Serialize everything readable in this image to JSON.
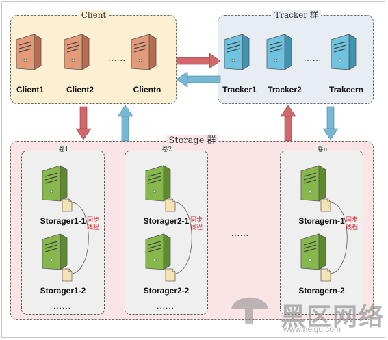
{
  "groups": {
    "client": "Client",
    "tracker": "Tracker 群",
    "storage": "Storage 群"
  },
  "clients": [
    "Client1",
    "Client2",
    "Clientn"
  ],
  "trackers": [
    "Tracker1",
    "Tracker2",
    "Trakcern"
  ],
  "ellipsis": "......",
  "volumes": [
    {
      "label": "卷1",
      "servers": [
        "Storager1-1",
        "Storager1-2"
      ]
    },
    {
      "label": "卷2",
      "servers": [
        "Storager2-1",
        "Storager2-2"
      ]
    },
    {
      "label": "卷n",
      "servers": [
        "Storagern-1",
        "Storagern-2"
      ]
    }
  ],
  "sync_label": [
    "同步",
    "线程"
  ],
  "watermark": {
    "text": "黑区网络",
    "url": "www.heiqu.com"
  },
  "colors": {
    "client_bg": "#fdf0d2",
    "tracker_bg": "#e8ecf3",
    "storage_bg": "#fbe4e6",
    "volume_bg": "#efefef",
    "arrow_red": "#d2686c",
    "arrow_blue": "#79b8d4",
    "client_server": "#e39a78",
    "tracker_server": "#6ec3e0",
    "storage_server": "#86b84c",
    "sync_text": "#d62d2d"
  }
}
